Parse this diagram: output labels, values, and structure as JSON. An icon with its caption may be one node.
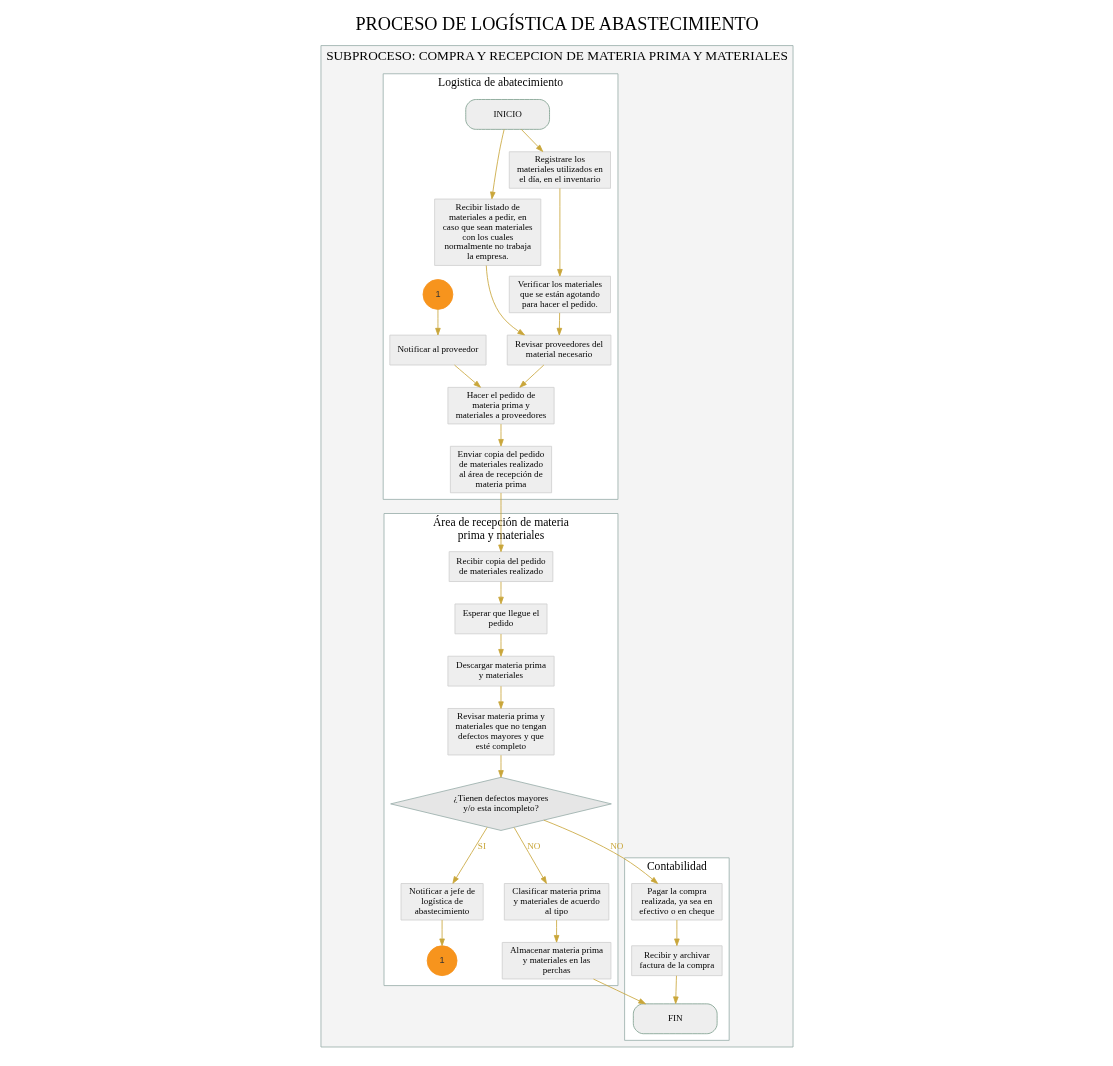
{
  "diagram": {
    "title": "PROCESO DE LOGÍSTICA DE ABASTECIMIENTO",
    "nodes": [
      {
        "text": [
          "SUBPROCESO: COMPRA Y RECEPCION DE MATERIA PRIMA Y MATERIALES"
        ]
      },
      {
        "text": [
          "Logistica de abatecimiento"
        ],
        "in": 0
      },
      {
        "text": [
          "Área de recepción de materia prima y materiales"
        ],
        "in": 0
      },
      {
        "text": [
          "Contabilidad"
        ],
        "in": 0
      },
      {
        "text": [
          "INICIO"
        ],
        "in": 1
      },
      {
        "text": [
          "Recibir listado de materiales a pedir, en caso que sean materiales con los cuales normalmente no trabaja la empresa."
        ],
        "in": 1
      },
      {
        "text": [
          "Registrare los materiales utilizados en el día, en el inventario"
        ],
        "in": 1
      },
      {
        "text": [
          "Verificar los materiales que se están agotando para hacer el pedido."
        ],
        "in": 1
      },
      {
        "text": [
          "Revisar proveedores del material necesario"
        ],
        "in": 1
      },
      {
        "text": [
          "1"
        ],
        "in": 1
      },
      {
        "text": [
          "Notificar al proveedor"
        ],
        "in": 1
      },
      {
        "text": [
          "Hacer el pedido de materia prima y materiales a proveedores"
        ],
        "in": 1
      },
      {
        "text": [
          "Enviar copia del pedido de materiales realizado al área de recepción de materia prima"
        ],
        "in": 1
      },
      {
        "text": [
          "Recibir copia del pedido de materiales realizado"
        ],
        "in": 2
      },
      {
        "text": [
          "Esperar que llegue el pedido"
        ],
        "in": 2
      },
      {
        "text": [
          "Descargar materia prima y materiales"
        ],
        "in": 2
      },
      {
        "text": [
          "Revisar materia prima y materiales que no tengan defectos mayores y que esté completo"
        ],
        "in": 2
      },
      {
        "text": [
          "¿Tienen defectos mayores y/o esta incompleto?"
        ],
        "in": 2
      },
      {
        "text": [
          "Notificar a jefe de logística de abastecimiento"
        ],
        "in": 2
      },
      {
        "text": [
          "1"
        ],
        "in": 2
      },
      {
        "text": [
          "Clasificar materia prima y materiales de acuerdo al tipo"
        ],
        "in": 2
      },
      {
        "text": [
          "Almacenar materia prima y materiales en las perchas"
        ],
        "in": 2
      },
      {
        "text": [
          "Pagar la compra realizada, ya sea en efectivo o en cheque"
        ],
        "in": 3
      },
      {
        "text": [
          "Recibir y archivar factura de la compra"
        ],
        "in": 3
      },
      {
        "text": [
          "FIN"
        ],
        "in": 3
      }
    ],
    "edges": [
      {
        "from": 4,
        "to": 5,
        "arrow": "to"
      },
      {
        "from": 4,
        "to": 6,
        "arrow": "to"
      },
      {
        "from": 6,
        "to": 7,
        "arrow": "to"
      },
      {
        "from": 7,
        "to": 8,
        "arrow": "to"
      },
      {
        "from": 5,
        "to": 8,
        "arrow": "to"
      },
      {
        "from": 9,
        "to": 10,
        "arrow": "to"
      },
      {
        "from": 10,
        "to": 11,
        "arrow": "to"
      },
      {
        "from": 8,
        "to": 11,
        "arrow": "to"
      },
      {
        "from": 11,
        "to": 12,
        "arrow": "to"
      },
      {
        "from": 12,
        "to": 13,
        "arrow": "to"
      },
      {
        "from": 13,
        "to": 14,
        "arrow": "to"
      },
      {
        "from": 14,
        "to": 15,
        "arrow": "to"
      },
      {
        "from": 15,
        "to": 16,
        "arrow": "to"
      },
      {
        "from": 16,
        "to": 17,
        "arrow": "to"
      },
      {
        "from": 17,
        "to": 18,
        "label": "SI",
        "arrow": "to"
      },
      {
        "from": 17,
        "to": 22,
        "label": "NO",
        "arrow": "to"
      },
      {
        "from": 17,
        "to": 20,
        "label": "NO",
        "arrow": "to"
      },
      {
        "from": 18,
        "to": 19,
        "arrow": "to"
      },
      {
        "from": 20,
        "to": 21,
        "arrow": "to"
      },
      {
        "from": 21,
        "to": 24,
        "arrow": "to"
      },
      {
        "from": 22,
        "to": 23,
        "arrow": "to"
      },
      {
        "from": 23,
        "to": 24,
        "arrow": "to"
      }
    ]
  }
}
